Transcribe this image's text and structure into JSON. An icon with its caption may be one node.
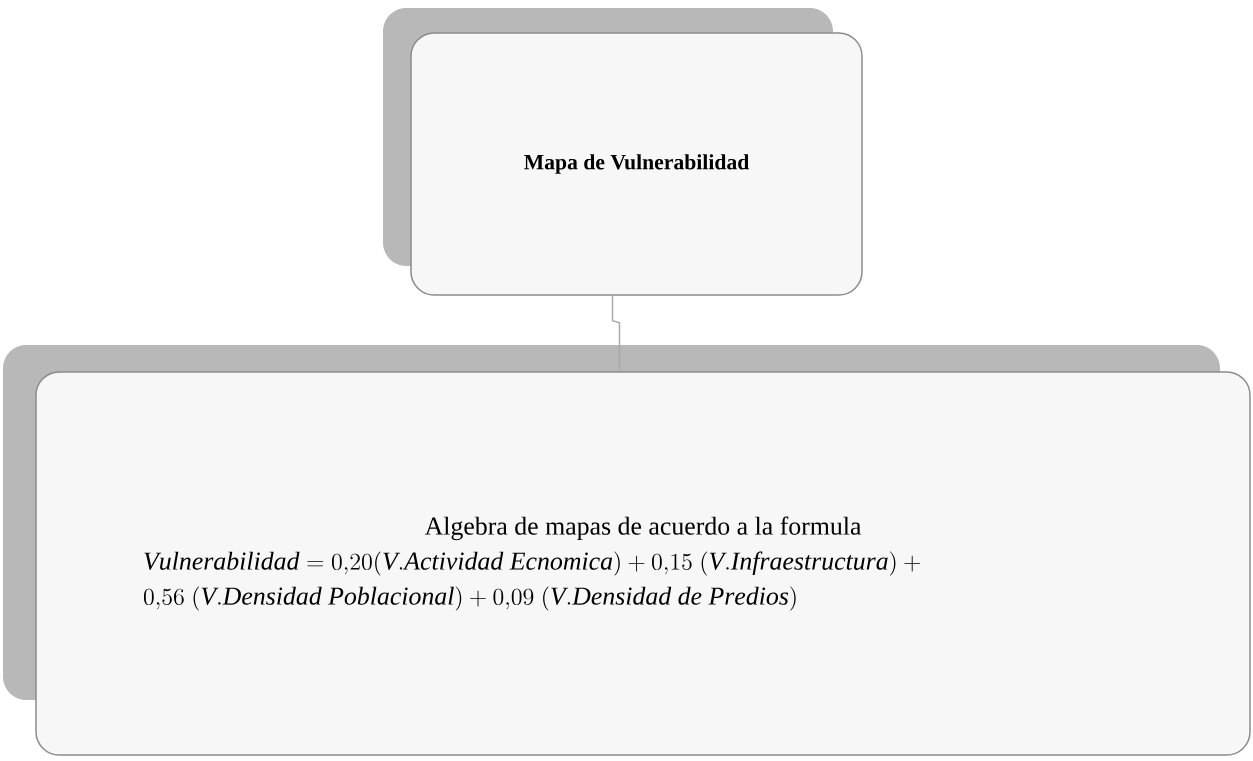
{
  "diagram": {
    "nodes": [
      {
        "text": [
          "Mapa de Vulnerabilidad"
        ]
      },
      {
        "text": [
          "Algebra de mapas de acuerdo a la formula",
          "\\mathit{Vulnerabilidad} = 0{,}20(\\mathit{V.Actividad\\ Ecnomica}) + 0{,}15\\ (\\mathit{V.Infraestructura}) + \\ 0{,}56\\ (\\mathit{V.Densidad\\ Poblacional}) + 0{,}09\\ (\\mathit{V.Densidad\\ de\\ Predios})"
        ]
      }
    ],
    "edges": [
      {
        "from": 0,
        "to": 1,
        "arrow": "none"
      }
    ]
  }
}
